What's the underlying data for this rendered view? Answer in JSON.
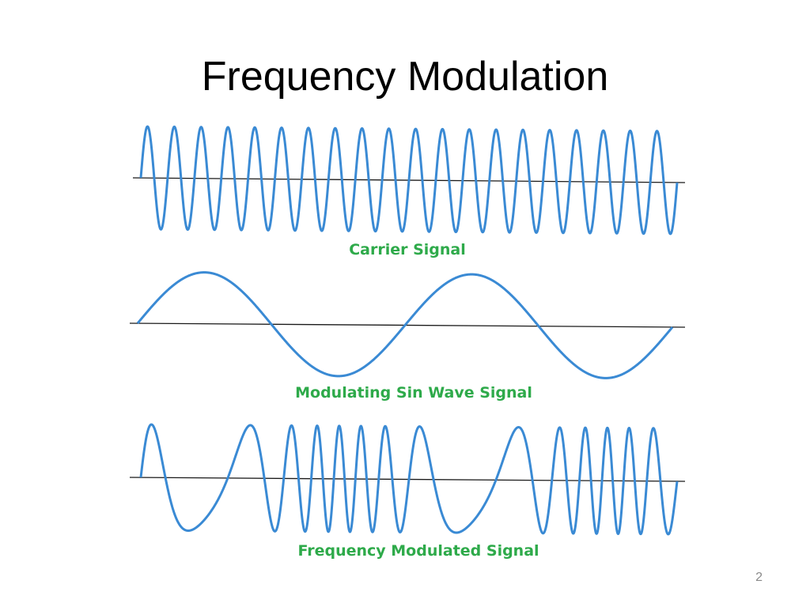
{
  "slide": {
    "title": "Frequency Modulation",
    "number": "2"
  },
  "colors": {
    "wave": "#3a8ad4",
    "label": "#2eaa4a",
    "axis": "#1a1a1a"
  },
  "waves": {
    "carrier": {
      "label": "Carrier Signal",
      "cycles": 20
    },
    "modulating": {
      "label": "Modulating Sin Wave Signal",
      "cycles": 2
    },
    "modulated": {
      "label": "Frequency Modulated Signal"
    }
  }
}
